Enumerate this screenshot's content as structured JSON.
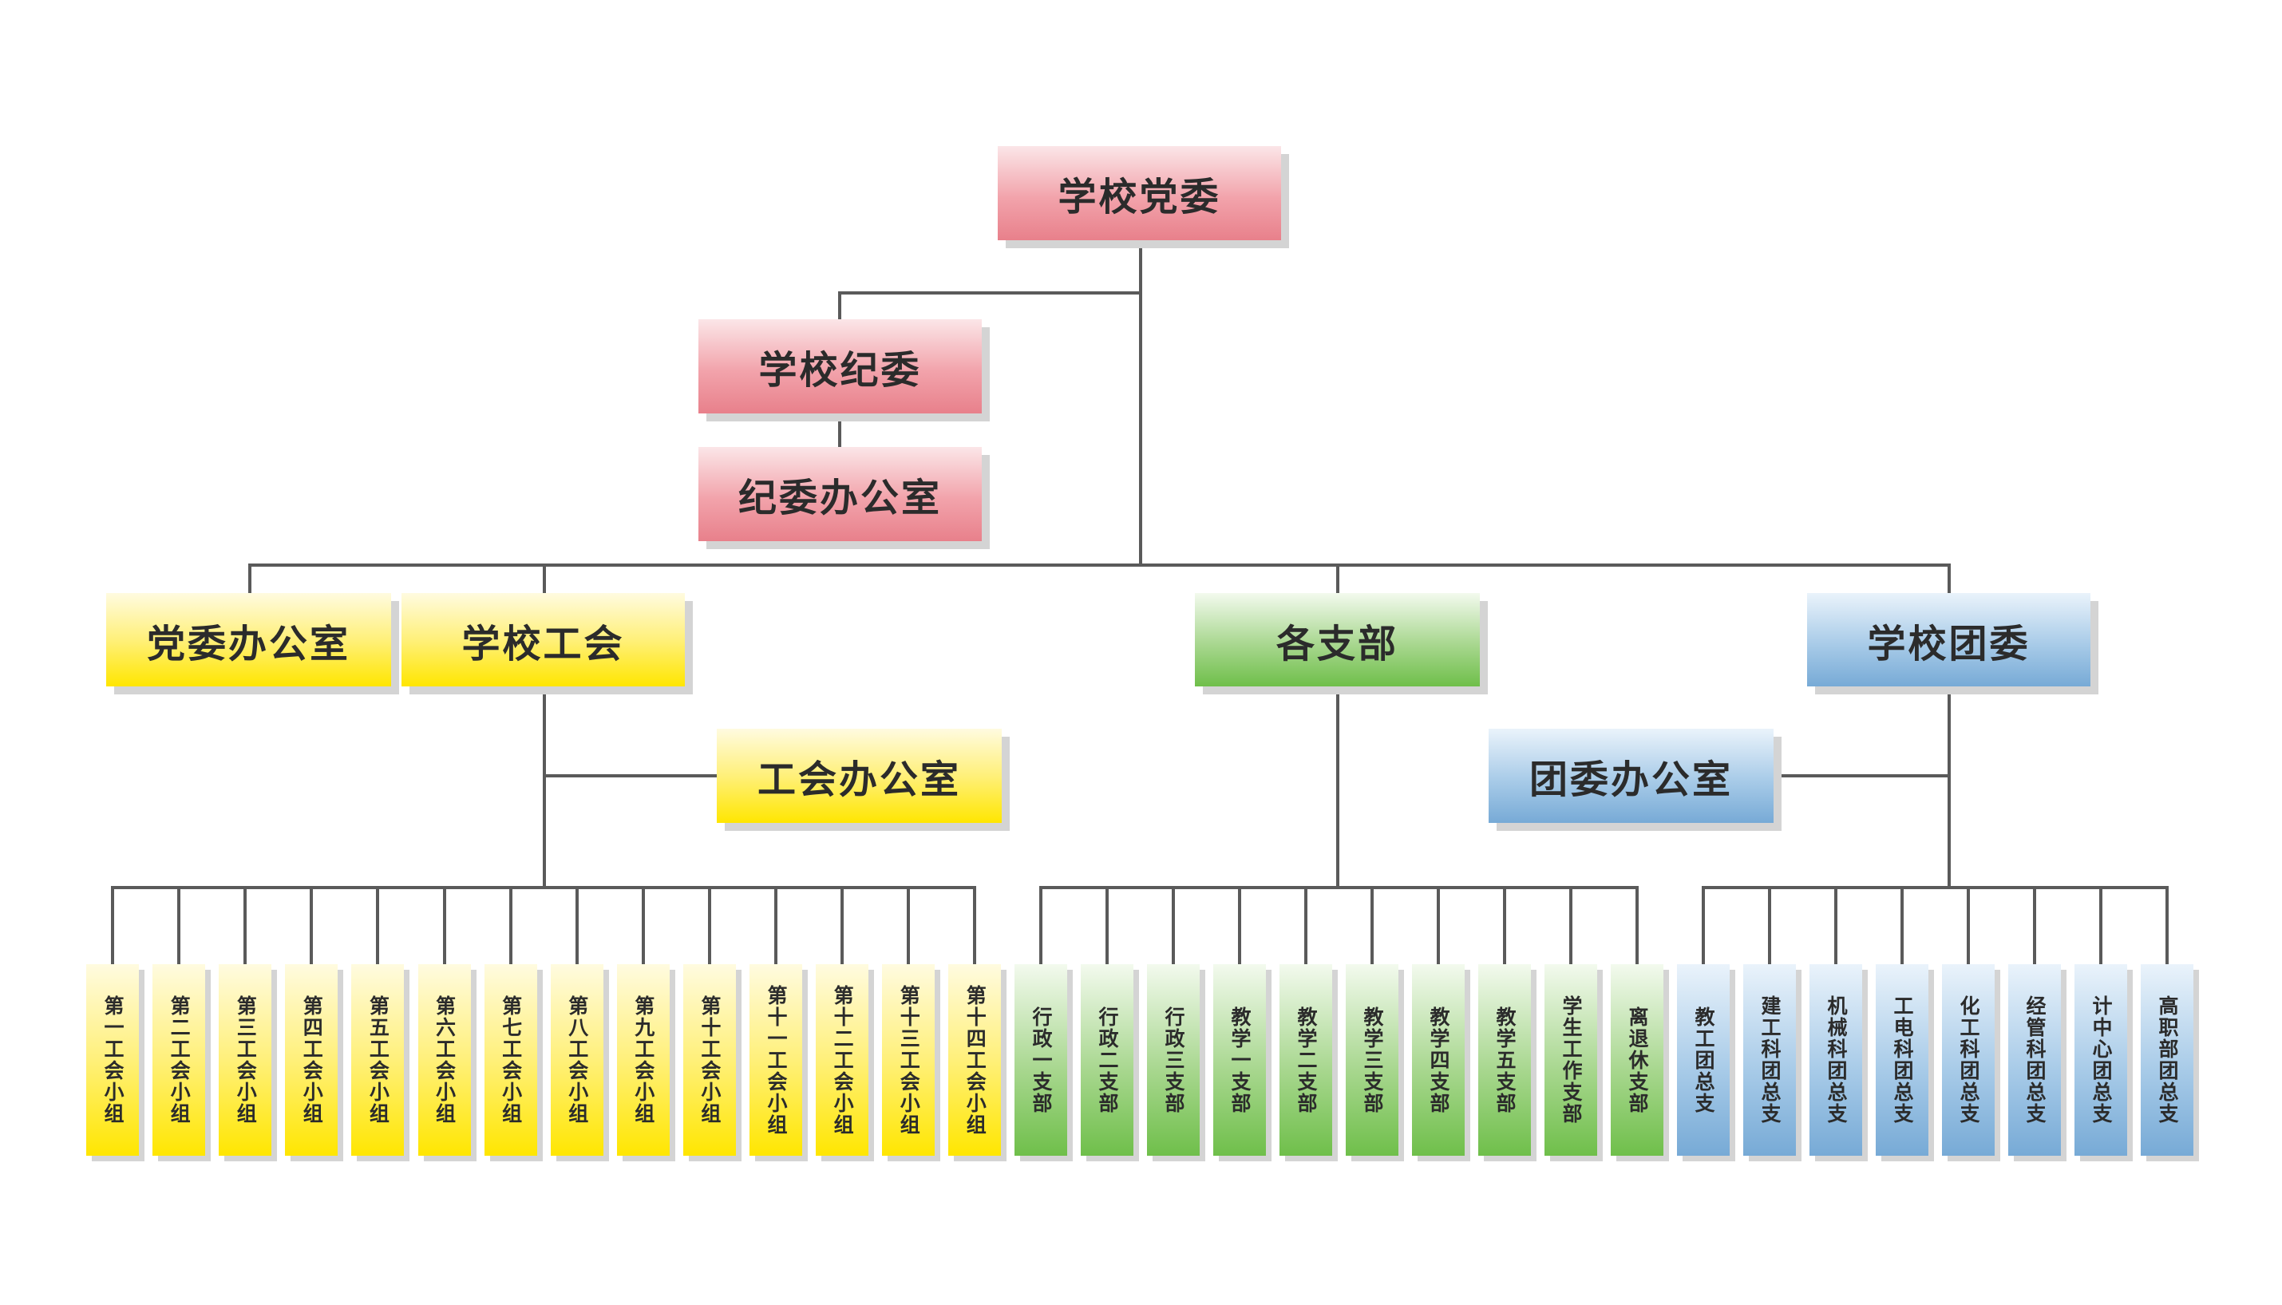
{
  "nodes": {
    "party_committee": "学校党委",
    "discipline_committee": "学校纪委",
    "discipline_office": "纪委办公室",
    "party_office": "党委办公室",
    "union": "学校工会",
    "union_office": "工会办公室",
    "branches": "各支部",
    "youth_league": "学校团委",
    "youth_league_office": "团委办公室"
  },
  "union_groups": [
    "第一工会小组",
    "第二工会小组",
    "第三工会小组",
    "第四工会小组",
    "第五工会小组",
    "第六工会小组",
    "第七工会小组",
    "第八工会小组",
    "第九工会小组",
    "第十工会小组",
    "第十一工会小组",
    "第十二工会小组",
    "第十三工会小组",
    "第十四工会小组"
  ],
  "party_branches": [
    "行政一支部",
    "行政二支部",
    "行政三支部",
    "教学一支部",
    "教学二支部",
    "教学三支部",
    "教学四支部",
    "教学五支部",
    "学生工作支部",
    "离退休支部"
  ],
  "league_branches": [
    "教工团总支",
    "建工科团总支",
    "机械科团总支",
    "工电科团总支",
    "化工科团总支",
    "经管科团总支",
    "计中心团总支",
    "高职部团总支"
  ],
  "colors": {
    "leadership": "#f2a3ab",
    "union": "#fff07a",
    "branches": "#a8d78f",
    "league": "#a8cbe8",
    "connector": "#5a5a5a"
  }
}
